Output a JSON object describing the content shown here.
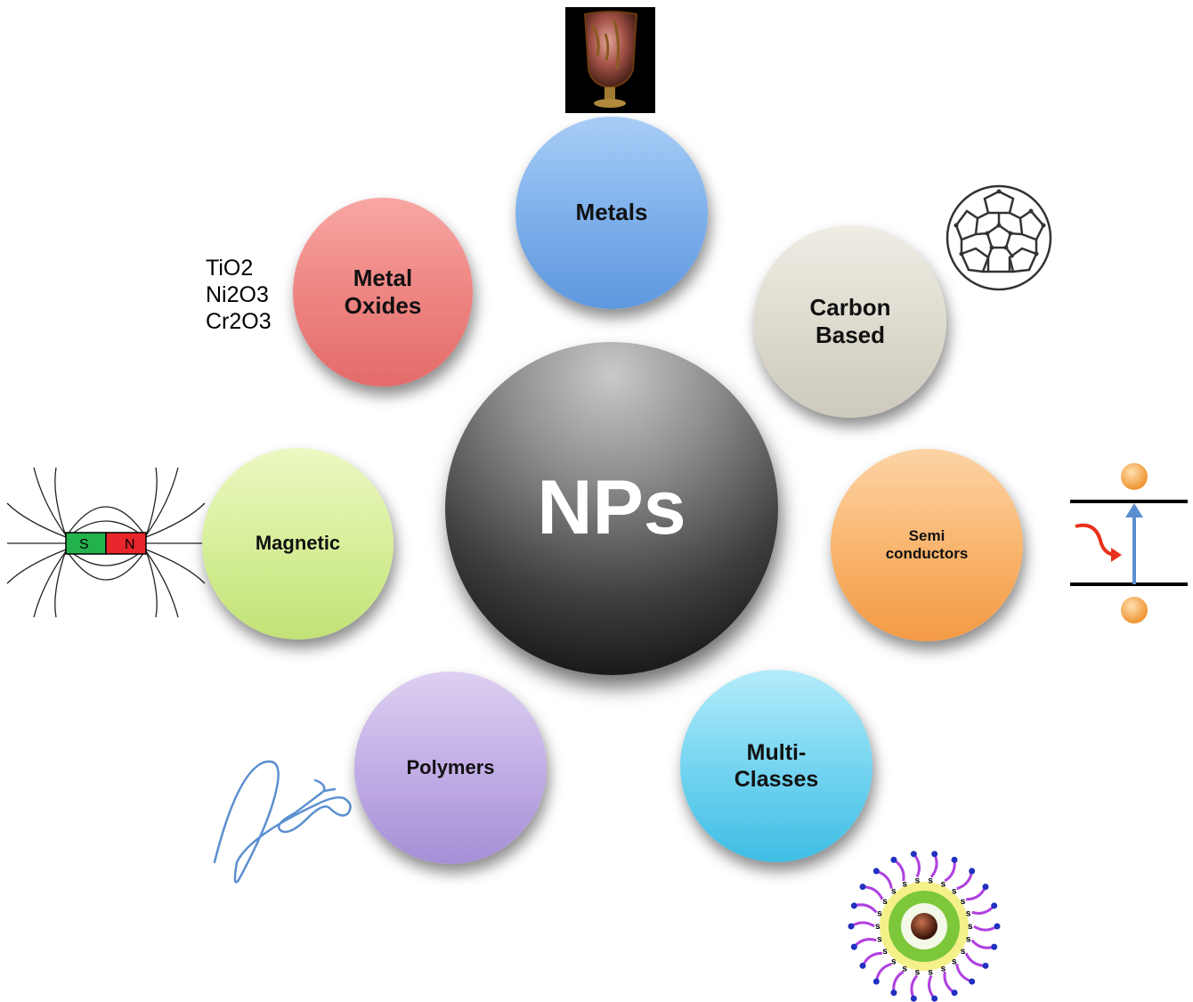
{
  "center": {
    "label": "NPs"
  },
  "classes": {
    "metals": "Metals",
    "metal_oxides": "Metal\nOxides",
    "carbon_based": "Carbon\nBased",
    "magnetic": "Magnetic",
    "semiconductors": "Semi\nconductors",
    "polymers": "Polymers",
    "multi_classes": "Multi-\nClasses"
  },
  "oxide_examples": [
    "TiO2",
    "Ni2O3",
    "Cr2O3"
  ],
  "magnet": {
    "south": "S",
    "north": "N"
  },
  "ligand_shell_symbol": "S",
  "colors": {
    "metals": "#7fb1ec",
    "metal_oxides": "#ee8683",
    "carbon_based": "#dedbcf",
    "magnetic": "#d7ef9a",
    "semiconductors": "#f9b670",
    "polymers": "#c2aee6",
    "multi_classes": "#76d5f1",
    "center": "#3f3f3f"
  },
  "icons": [
    "lycurgus-cup-photo",
    "fullerene-icon",
    "bar-magnet-field-icon",
    "band-gap-icon",
    "polymer-chain-icon",
    "core-shell-nanoparticle-icon"
  ]
}
